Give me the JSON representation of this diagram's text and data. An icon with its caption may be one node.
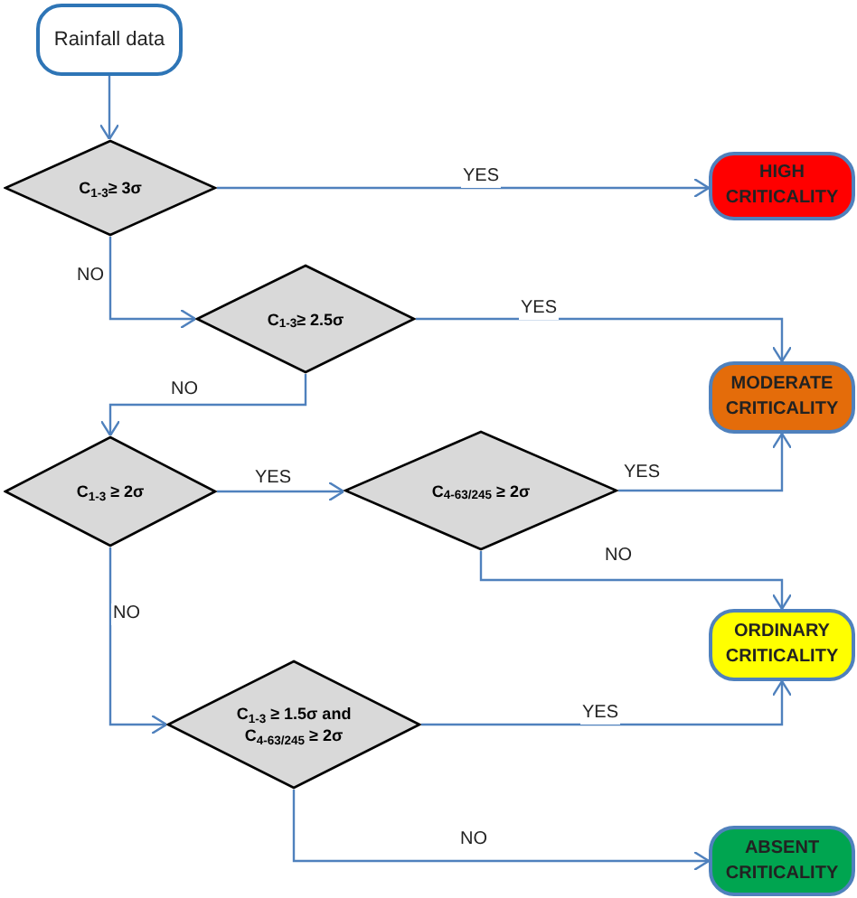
{
  "diagram": {
    "nodes": [
      {
        "text": [
          "Rainfall data"
        ]
      },
      {
        "text": [
          "C$_{1-3}$≥ 3σ"
        ]
      },
      {
        "text": [
          "HIGH CRITICALITY"
        ]
      },
      {
        "text": [
          "C$_{1-3}$≥ 2.5σ"
        ]
      },
      {
        "text": [
          "MODERATE CRITICALITY"
        ]
      },
      {
        "text": [
          "C$_{1-3}$ ≥ 2σ"
        ]
      },
      {
        "text": [
          "C$_{4-63/245}$ ≥ 2σ"
        ]
      },
      {
        "text": [
          "ORDINARY CRITICALITY"
        ]
      },
      {
        "text": [
          "C$_{1-3}$ ≥ 1.5σ and C$_{4-63/245}$ ≥ 2σ"
        ]
      },
      {
        "text": [
          "ABSENT CRITICALITY"
        ]
      }
    ],
    "edges": [
      {
        "from": 0,
        "to": 1,
        "arrow": "to"
      },
      {
        "from": 1,
        "to": 2,
        "arrow": "to",
        "label": "YES"
      },
      {
        "from": 1,
        "to": 3,
        "arrow": "to",
        "label": "NO"
      },
      {
        "from": 3,
        "to": 4,
        "arrow": "to",
        "label": "YES"
      },
      {
        "from": 3,
        "to": 5,
        "arrow": "to",
        "label": "NO"
      },
      {
        "from": 5,
        "to": 6,
        "arrow": "to",
        "label": "YES"
      },
      {
        "from": 6,
        "to": 4,
        "arrow": "to",
        "label": "YES"
      },
      {
        "from": 6,
        "to": 7,
        "arrow": "to",
        "label": "NO"
      },
      {
        "from": 5,
        "to": 8,
        "arrow": "to",
        "label": "NO"
      },
      {
        "from": 8,
        "to": 7,
        "arrow": "to",
        "label": "YES"
      },
      {
        "from": 8,
        "to": 9,
        "arrow": "to",
        "label": "NO"
      }
    ]
  }
}
